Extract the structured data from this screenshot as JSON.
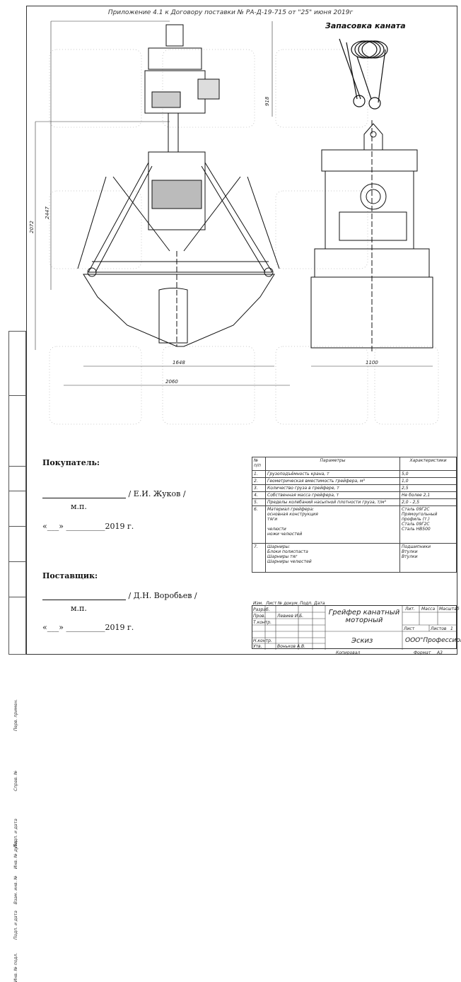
{
  "header": {
    "title": "Приложение 4.1 к Договору поставки № РА-Д-19-715 от \"25\" июня 2019г",
    "rope_title": "Запасовка каната"
  },
  "dimensions": {
    "d918": "918",
    "d2447": "2447",
    "d2072": "2072",
    "d1648": "1648",
    "d2060": "2060",
    "d1100": "1100"
  },
  "sidebar_labels": [
    "Перв. примен.",
    "Справ. №",
    "Подп. и дата",
    "Инв. № дубл.",
    "Взам. инв. №",
    "Подп. и дата",
    "Инв. № подл."
  ],
  "buyer": {
    "heading": "Покупатель:",
    "name": "/ Е.И. Жуков /",
    "mp": "м.п.",
    "date": "«___» __________2019 г."
  },
  "supplier": {
    "heading": "Поставщик:",
    "name": "/ Д.Н. Воробьев  /",
    "mp": "м.п.",
    "date": "«___» __________2019 г."
  },
  "spec_table": {
    "headers": [
      "№ п/п",
      "Параметры",
      "Характеристики"
    ],
    "rows": [
      [
        "1.",
        "Грузоподъёмность крана, т",
        "5,0"
      ],
      [
        "2.",
        "Геометрическая вместимость грейфера, м³",
        "1,0"
      ],
      [
        "3.",
        "Количество груза в грейфере, т",
        "2,5"
      ],
      [
        "4.",
        "Собственная масса грейфера, т",
        "Не более 2,1"
      ],
      [
        "5.",
        "Пределы колебаний насыпной плотности груза, т/м³",
        "2,0 - 2,5"
      ],
      [
        "6.",
        "Материал грейфера:\nосновная конструкция\nтяги\n\nчелюсти\nножи челюстей",
        "Сталь 09Г2С\nПрямоугольный профиль (т.)\nСталь 09Г2С\nСталь HB500"
      ],
      [
        "7.",
        "Шарниры:\nБлоки полиспаста\nШарниры тяг\nШарниры челюстей",
        "Подшипники\nВтулки\nВтулки"
      ]
    ]
  },
  "stamp": {
    "cols": [
      "Изм.",
      "Лист",
      "№ докум.",
      "Подп.",
      "Дата"
    ],
    "rows": [
      "Разраб.",
      "Пров.",
      "Т.контр.",
      "Н.контр.",
      "Утв."
    ],
    "names": [
      "Левиев И.Б.",
      "Воньков А.В."
    ],
    "doc_title": "Грейфер канатный моторный",
    "sketch": "Эскиз",
    "lit": "Лит.",
    "mass": "Масса",
    "scale": "Масштаб",
    "sheet": "Лист",
    "sheets": "Листов",
    "sheets_val": "1",
    "company": "ООО\"Профессионал\"",
    "copied": "Копировал",
    "format": "Формат",
    "format_val": "А3"
  }
}
